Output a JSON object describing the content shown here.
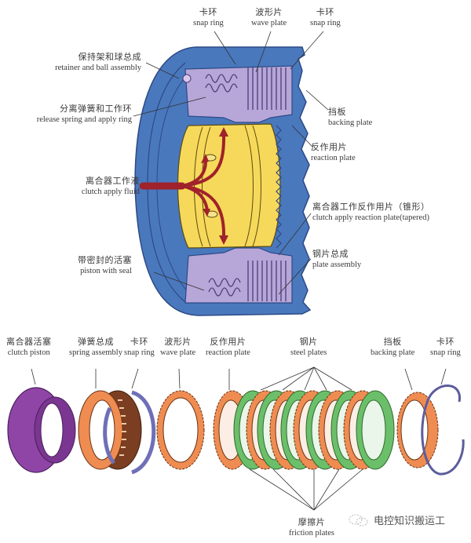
{
  "colors": {
    "housing_blue": "#4a78bd",
    "housing_dark": "#2c4a86",
    "internal_lilac": "#b7a6d8",
    "piston_yellow": "#f6d95a",
    "fluid_red": "#a0222a",
    "steel_orange": "#ef8c52",
    "friction_green": "#6cbf6a",
    "piston_purple": "#8f45a6",
    "snap_ring_blue": "#6f6fb8",
    "leader_line": "#333333"
  },
  "top_diagram": {
    "labels": [
      {
        "id": "snap-ring-1",
        "zh": "卡环",
        "en": "snap ring"
      },
      {
        "id": "wave-plate",
        "zh": "波形片",
        "en": "wave plate"
      },
      {
        "id": "snap-ring-2",
        "zh": "卡环",
        "en": "snap ring"
      },
      {
        "id": "retainer-ball",
        "zh": "保持架和球总成",
        "en": "retainer and ball assembly"
      },
      {
        "id": "release-spring",
        "zh": "分离弹簧和工作环",
        "en": "release spring and apply ring"
      },
      {
        "id": "backing-plate",
        "zh": "挡板",
        "en": "backing plate"
      },
      {
        "id": "reaction-plate",
        "zh": "反作用片",
        "en": "reaction plate"
      },
      {
        "id": "apply-fluid",
        "zh": "离合器工作液",
        "en": "clutch apply fluid"
      },
      {
        "id": "tapered-plate",
        "zh": "离合器工作反作用片（锥形）",
        "en": "clutch apply reaction plate(tapered)"
      },
      {
        "id": "piston-seal",
        "zh": "带密封的活塞",
        "en": "piston with seal"
      },
      {
        "id": "plate-assembly",
        "zh": "钢片总成",
        "en": "plate assembly"
      }
    ]
  },
  "bottom_diagram": {
    "labels": [
      {
        "id": "clutch-piston",
        "zh": "离合器活塞",
        "en": "clutch piston"
      },
      {
        "id": "spring-assembly",
        "zh": "弹簧总成",
        "en": "spring assembly"
      },
      {
        "id": "snap-ring-a",
        "zh": "卡环",
        "en": "snap ring"
      },
      {
        "id": "wave-plate-b",
        "zh": "波形片",
        "en": "wave plate"
      },
      {
        "id": "reaction-plate-b",
        "zh": "反作用片",
        "en": "reaction plate"
      },
      {
        "id": "steel-plates",
        "zh": "钢片",
        "en": "steel plates"
      },
      {
        "id": "backing-plate-b",
        "zh": "挡板",
        "en": "backing plate"
      },
      {
        "id": "snap-ring-b",
        "zh": "卡环",
        "en": "snap ring"
      },
      {
        "id": "friction-plates",
        "zh": "摩擦片",
        "en": "friction plates"
      }
    ]
  },
  "watermark": {
    "text": "电控知识搬运工",
    "icon": "wechat-logo-icon"
  }
}
